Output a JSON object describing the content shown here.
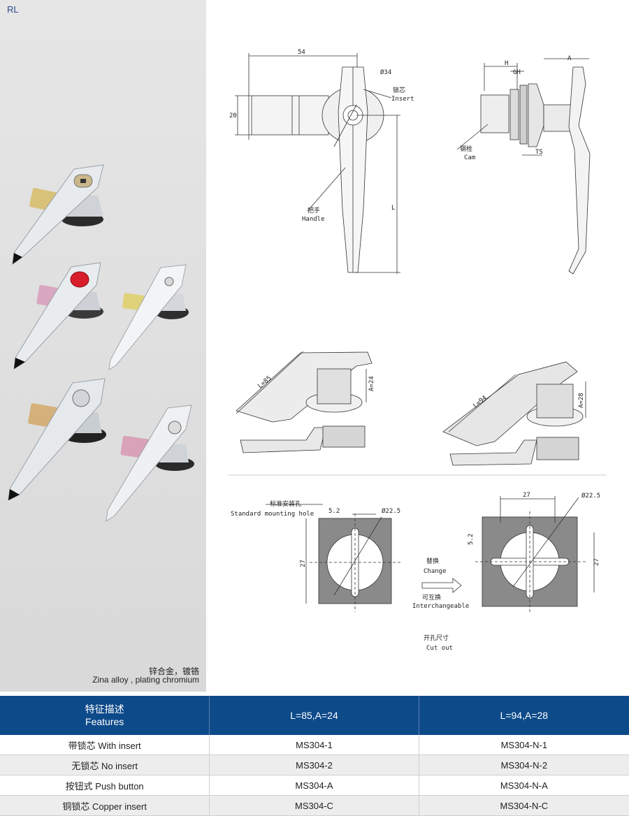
{
  "section_code": "RL",
  "material": {
    "cn": "锌合金，镀铬",
    "en": "Zina alloy , plating chromium"
  },
  "drawing": {
    "dim_54": "54",
    "dim_phi34": "Ø34",
    "dim_20": "20",
    "dim_L": "L",
    "insert_cn": "锁芯",
    "insert_en": "Insert",
    "handle_cn": "把手",
    "handle_en": "Handle",
    "dim_H": "H",
    "dim_GH": "GH",
    "dim_A": "A",
    "dim_TS": "TS",
    "cam_cn": "钢栓",
    "cam_en": "Cam",
    "iso1_L": "L=85",
    "iso1_A": "A=24",
    "iso2_L": "L=94",
    "iso2_A": "A=28",
    "std_hole_cn": "标准安装孔",
    "std_hole_en": "Standard mounting hole",
    "dim_5_2": "5.2",
    "dim_phi22_5": "Ø22.5",
    "dim_27": "27",
    "change_cn": "替换",
    "change_en": "Change",
    "interchange_cn": "可互换",
    "interchange_en": "Interchangeable",
    "cutout_cn": "开孔尺寸",
    "cutout_en": "Cut out"
  },
  "table": {
    "header": {
      "features_cn": "特征描述",
      "features_en": "Features",
      "col2": "L=85,A=24",
      "col3": "L=94,A=28"
    },
    "rows": [
      {
        "feature": "带锁芯  With insert",
        "v1": "MS304-1",
        "v2": "MS304-N-1"
      },
      {
        "feature": "无锁芯   No insert",
        "v1": "MS304-2",
        "v2": "MS304-N-2"
      },
      {
        "feature": "按钮式  Push button",
        "v1": "MS304-A",
        "v2": "MS304-N-A"
      },
      {
        "feature": "铜锁芯  Copper insert",
        "v1": "MS304-C",
        "v2": "MS304-N-C"
      }
    ]
  }
}
